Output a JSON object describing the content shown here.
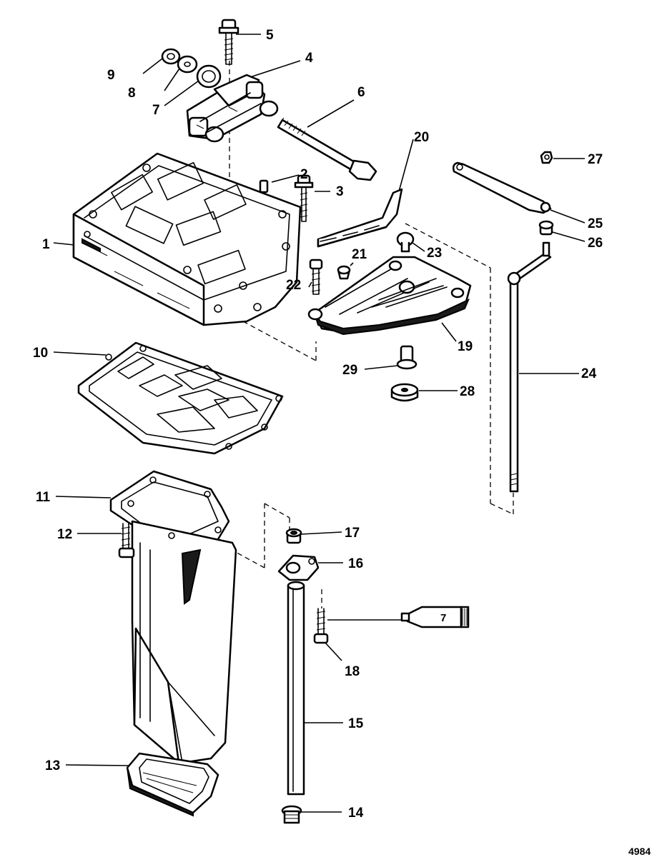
{
  "callouts": {
    "c1": "1",
    "c2": "2",
    "c3": "3",
    "c4": "4",
    "c5": "5",
    "c6": "6",
    "c7": "7",
    "c8": "8",
    "c9": "9",
    "c10": "10",
    "c11": "11",
    "c12": "12",
    "c13": "13",
    "c14": "14",
    "c15": "15",
    "c16": "16",
    "c17": "17",
    "c18": "18",
    "c19": "19",
    "c20": "20",
    "c21": "21",
    "c22": "22",
    "c23": "23",
    "c24": "24",
    "c25": "25",
    "c26": "26",
    "c27": "27",
    "c28": "28",
    "c29": "29"
  },
  "sealant_tube_label": "7",
  "drawing_number": "4984"
}
